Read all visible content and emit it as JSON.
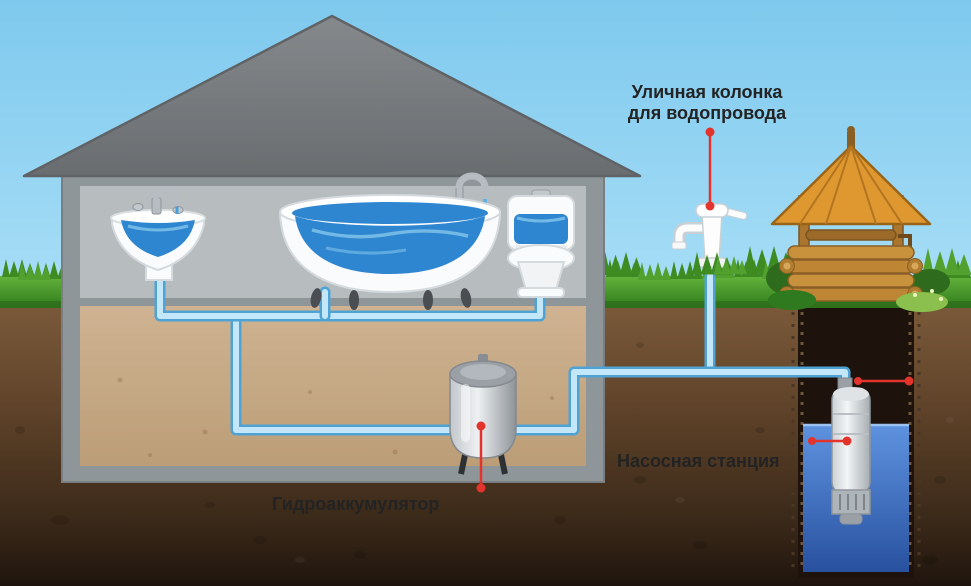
{
  "diagram": {
    "type": "house-water-supply-scheme",
    "labels": {
      "street_column": {
        "line1": "Уличная колонка",
        "line2": "для водопровода"
      },
      "pump_station": "Насосная станция",
      "hydroaccumulator": "Гидроаккумулятор"
    },
    "colors": {
      "sky": "#8ccff2",
      "grass": "#4c9a2e",
      "soil": "#6b4b2f",
      "basement": "#c9ad8b",
      "house_wall": "#8f969a",
      "roof": "#75797c",
      "pipe_fill": "#c3e7f8",
      "pipe_edge": "#4fa3d4",
      "fixture_water": "#2f86d0",
      "well_wood": "#c8913c",
      "well_roof": "#df9830",
      "shaft": "#1d130c",
      "shaft_water": "#3a68c0",
      "callout": "#e2342c",
      "label_text": "#232323"
    }
  }
}
